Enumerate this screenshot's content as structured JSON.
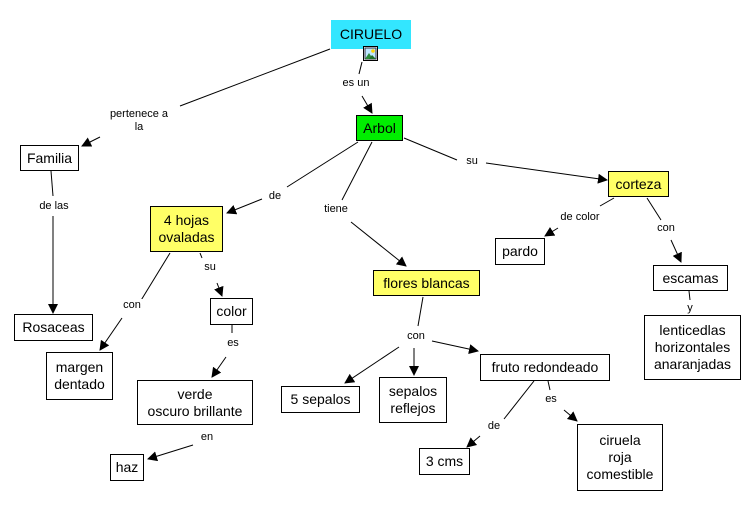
{
  "colors": {
    "root": "#33e6ff",
    "level1": "#00ee00",
    "highlight": "#ffff66",
    "default": "#ffffff",
    "line": "#000000"
  },
  "nodes": {
    "ciruelo": {
      "text": "CIRUELO",
      "fill": "root"
    },
    "arbol": {
      "text": "Arbol",
      "fill": "level1"
    },
    "familia": {
      "text": "Familia",
      "fill": "default"
    },
    "rosaceas": {
      "text": "Rosaceas",
      "fill": "default"
    },
    "hojas": {
      "text": "4 hojas\novaladas",
      "fill": "highlight"
    },
    "margen": {
      "text": "margen\ndentado",
      "fill": "default"
    },
    "color": {
      "text": "color",
      "fill": "default"
    },
    "verde": {
      "text": "verde\noscuro brillante",
      "fill": "default"
    },
    "haz": {
      "text": "haz",
      "fill": "default"
    },
    "flores": {
      "text": "flores blancas",
      "fill": "highlight"
    },
    "sepalos5": {
      "text": "5 sepalos",
      "fill": "default"
    },
    "sepalos_reflejos": {
      "text": "sepalos\nreflejos",
      "fill": "default"
    },
    "fruto": {
      "text": "fruto redondeado",
      "fill": "default"
    },
    "cms": {
      "text": "3 cms",
      "fill": "default"
    },
    "ciruela": {
      "text": "ciruela\nroja\ncomestible",
      "fill": "default"
    },
    "corteza": {
      "text": "corteza",
      "fill": "highlight"
    },
    "pardo": {
      "text": "pardo",
      "fill": "default"
    },
    "escamas": {
      "text": "escamas",
      "fill": "default"
    },
    "lenticelas": {
      "text": "lenticedlas\nhorizontales\nanaranjadas",
      "fill": "default"
    }
  },
  "links": {
    "pertenece": "pertenece a\nla",
    "esun": "es un",
    "delas": "de las",
    "de_hojas": "de",
    "tiene": "tiene",
    "su_corteza": "su",
    "con_margen": "con",
    "su_color": "su",
    "es_verde": "es",
    "en_haz": "en",
    "con_flores": "con",
    "de_fruto": "de",
    "es_fruto": "es",
    "decolor": "de color",
    "con_escamas": "con",
    "y": "y"
  },
  "icons": {
    "image_attachment": "image-icon"
  }
}
